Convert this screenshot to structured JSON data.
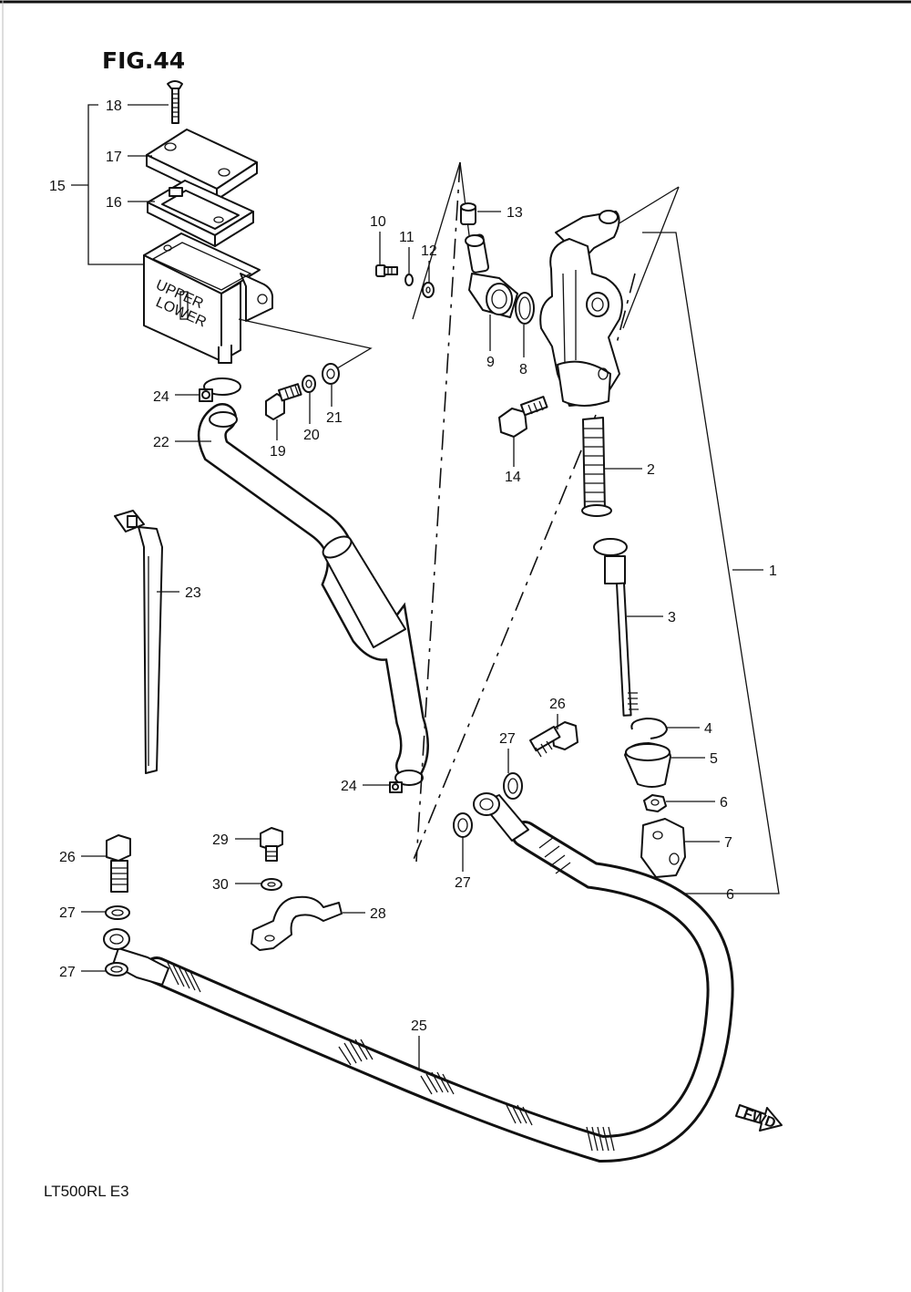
{
  "figure_title": "FIG.44",
  "model_code": "LT500RL  E3",
  "fwd_label": "FWD",
  "reservoir_text": {
    "upper": "UPPER",
    "lower": "LOWER"
  },
  "callouts": {
    "c1": "1",
    "c2": "2",
    "c3": "3",
    "c4": "4",
    "c5": "5",
    "c6a": "6",
    "c6b": "6",
    "c7": "7",
    "c8": "8",
    "c9": "9",
    "c10": "10",
    "c11": "11",
    "c12": "12",
    "c13": "13",
    "c14": "14",
    "c15": "15",
    "c16": "16",
    "c17": "17",
    "c18": "18",
    "c19": "19",
    "c20": "20",
    "c21": "21",
    "c22": "22",
    "c23": "23",
    "c24a": "24",
    "c24b": "24",
    "c25": "25",
    "c26a": "26",
    "c26b": "26",
    "c27a": "27",
    "c27b": "27",
    "c27c": "27",
    "c27d": "27",
    "c28": "28",
    "c29": "29",
    "c30": "30"
  }
}
